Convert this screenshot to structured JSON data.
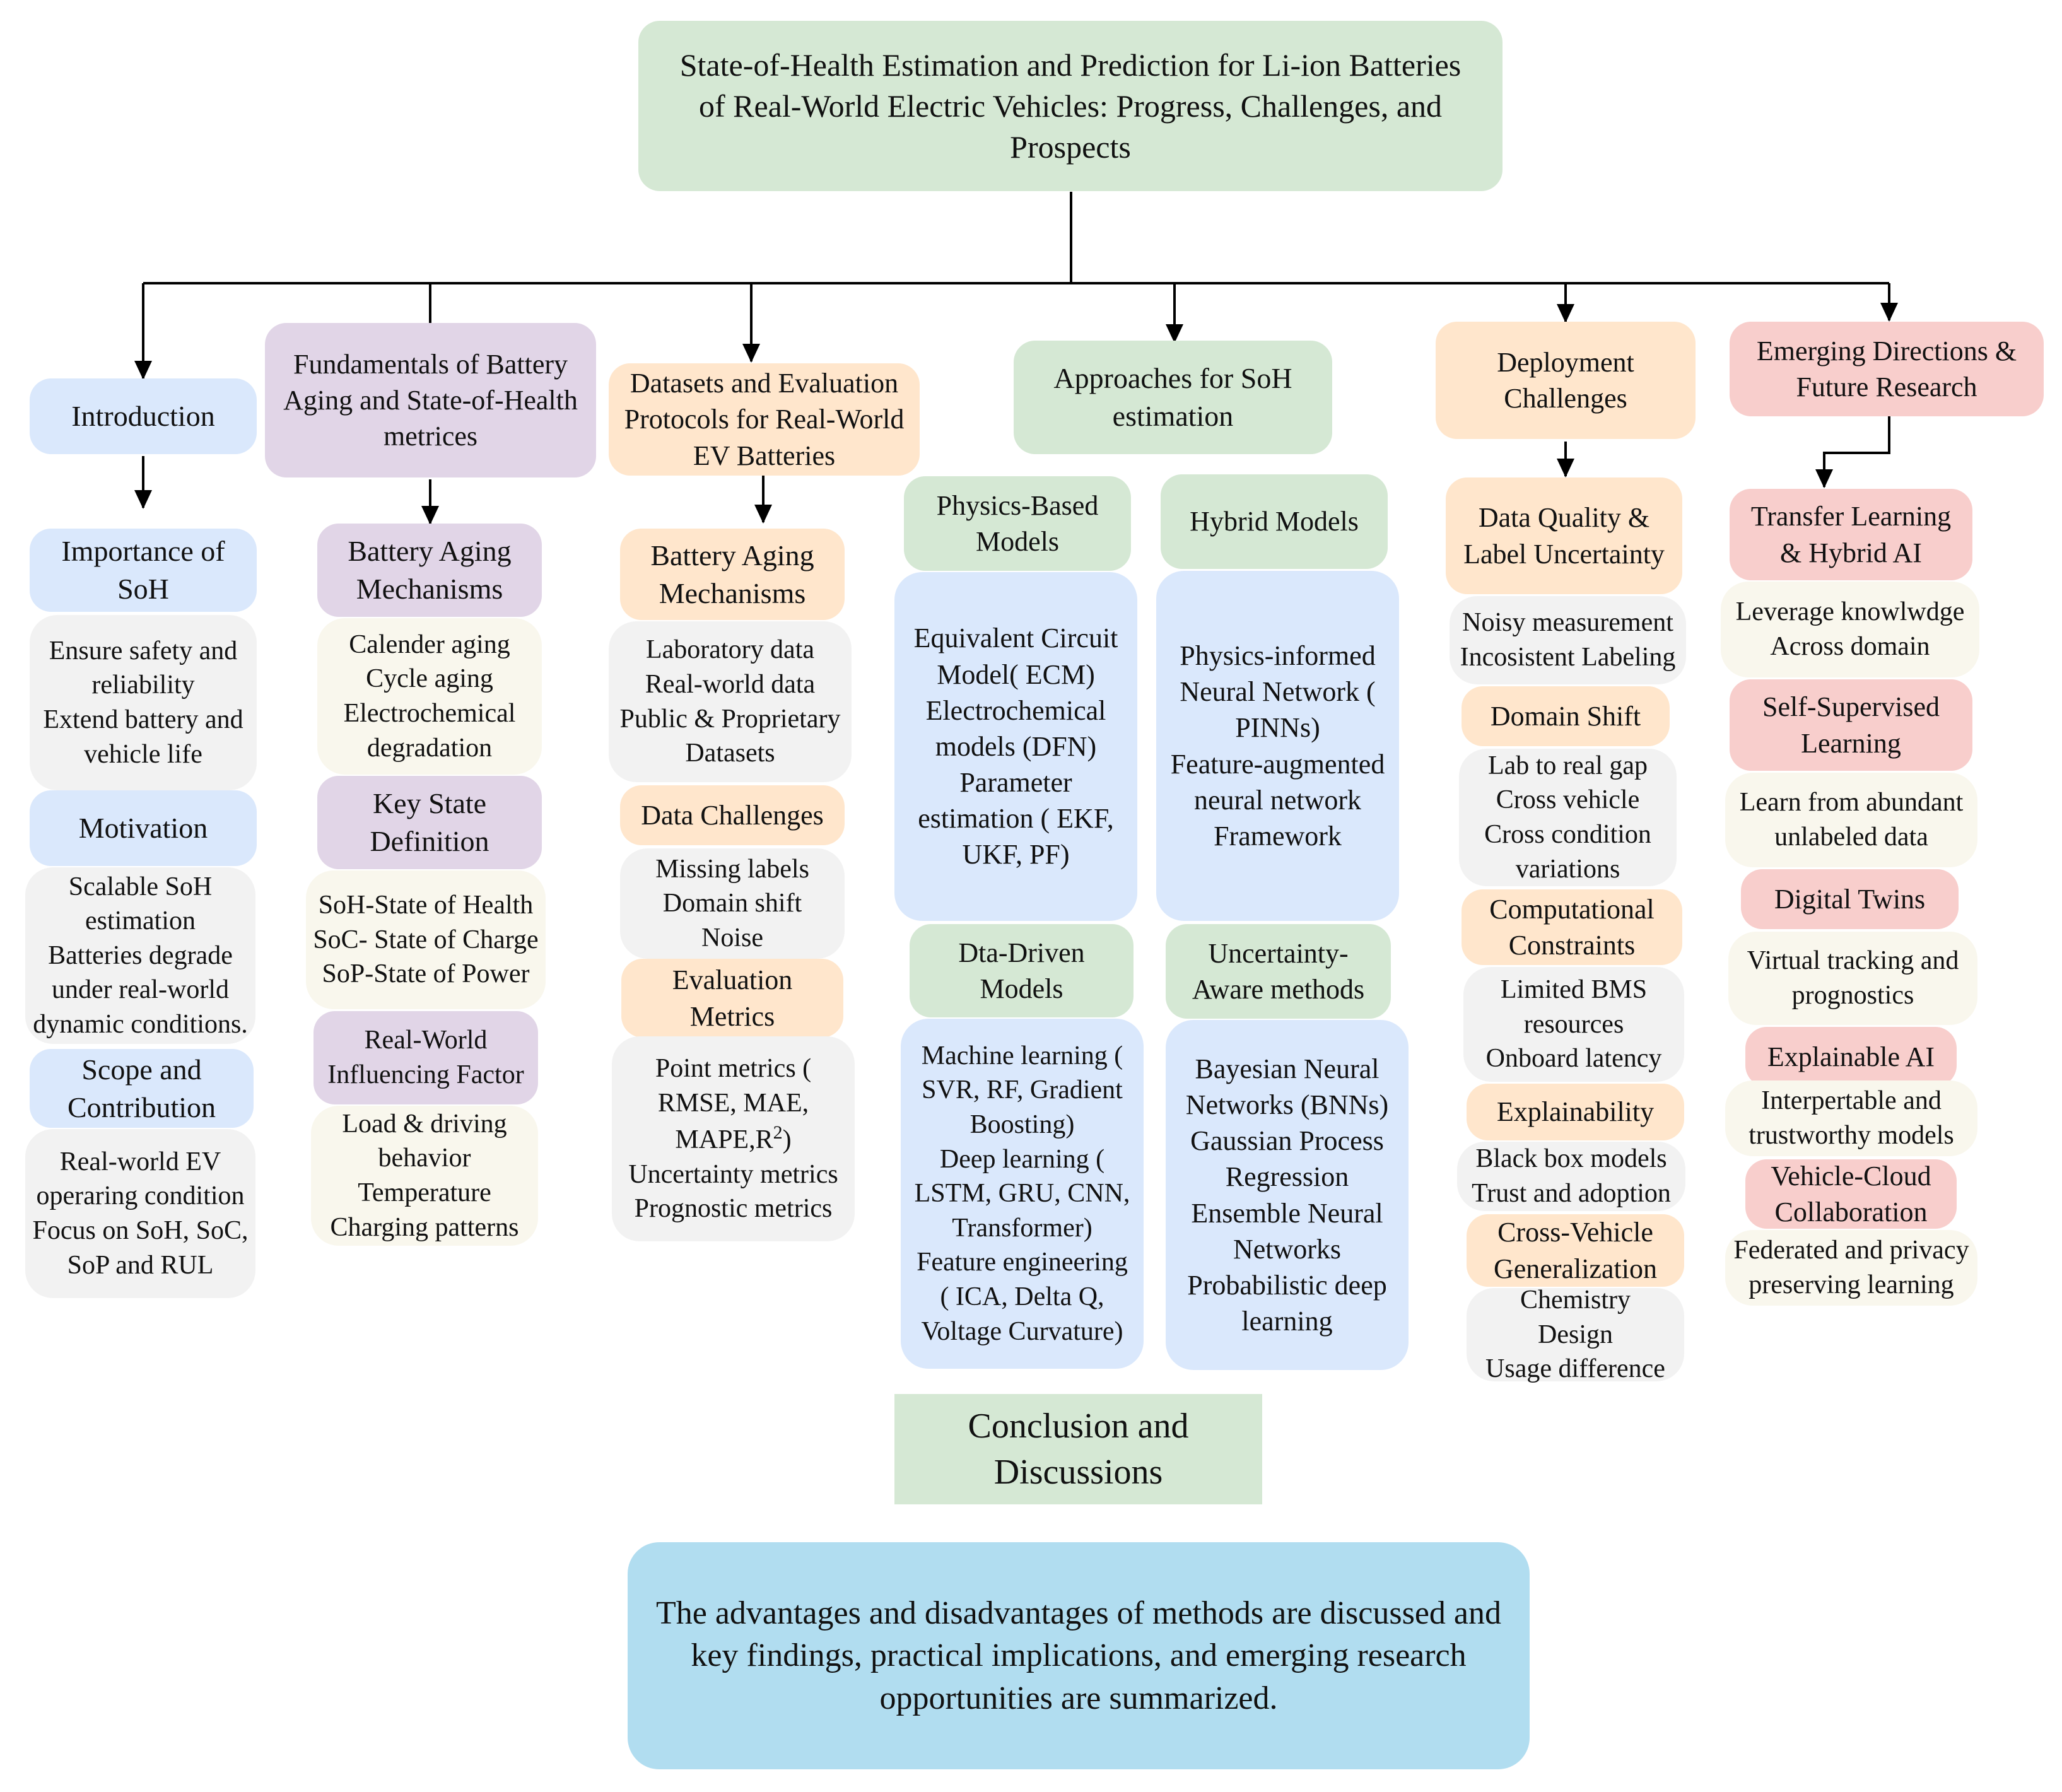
{
  "title": "State-of-Health Estimation and Prediction for Li-ion Batteries of Real-World Electric Vehicles:  Progress, Challenges, and Prospects",
  "title_lines": [
    "State-of-Health Estimation and Prediction for Li-ion Batteries",
    "of Real-World Electric Vehicles:  Progress, Challenges, and",
    "Prospects"
  ],
  "colors": {
    "green": "#d5e8d4",
    "blue": "#dae8fc",
    "purple": "#e1d5e7",
    "orange": "#ffe6cc",
    "red": "#f8cecc",
    "grey": "#f2f2f2",
    "ivory": "#f9f7ed",
    "cyan": "#b1ddf0"
  },
  "col1": {
    "header": [
      "Introduction"
    ],
    "importance": {
      "title": [
        "Importance of",
        "SoH"
      ],
      "details": [
        "Ensure safety and",
        "reliability",
        "Extend battery and",
        "vehicle life"
      ]
    },
    "motivation": {
      "title": [
        "Motivation"
      ],
      "details": [
        "Scalable SoH",
        "estimation",
        "Batteries degrade",
        "under real-world",
        "dynamic conditions."
      ]
    },
    "scope": {
      "title": [
        "Scope and",
        "Contribution"
      ],
      "details": [
        "Real-world EV",
        "operaring condition",
        "Focus on SoH, SoC,",
        "SoP and RUL"
      ]
    }
  },
  "col2": {
    "header": [
      "Fundamentals of Battery",
      "Aging and State-of-Health",
      "metrices"
    ],
    "aging": {
      "title": [
        "Battery Aging",
        "Mechanisms"
      ],
      "details": [
        "Calender aging",
        "Cycle aging",
        "Electrochemical",
        "degradation"
      ]
    },
    "keystate": {
      "title": [
        "Key State",
        "Definition"
      ],
      "details": [
        "SoH-State of Health",
        "SoC- State of Charge",
        "SoP-State of Power"
      ]
    },
    "influencing": {
      "title": [
        "Real-World",
        "Influencing Factor"
      ],
      "details": [
        "Load & driving",
        "behavior",
        "Temperature",
        "Charging patterns"
      ]
    }
  },
  "col3": {
    "header": [
      "Datasets and Evaluation",
      "Protocols for Real-World",
      "EV Batteries"
    ],
    "aging": {
      "title": [
        "Battery Aging",
        "Mechanisms"
      ],
      "details": [
        "Laboratory data",
        "Real-world data",
        "Public & Proprietary",
        "Datasets"
      ]
    },
    "challenges": {
      "title": [
        "Data Challenges"
      ],
      "details": [
        "Missing labels",
        "Domain shift",
        "Noise"
      ]
    },
    "metrics": {
      "title": [
        "Evaluation",
        "Metrics"
      ],
      "details": [
        "Point metrics (",
        "RMSE, MAE,",
        "MAPE,R",
        "Uncertainty metrics",
        "Prognostic metrics"
      ],
      "superscript": "2",
      "after_superscript": ")"
    }
  },
  "col4": {
    "header": [
      "Approaches for SoH",
      "estimation"
    ],
    "physics": {
      "title": [
        "Physics-Based",
        "Models"
      ],
      "details": [
        "Equivalent Circuit",
        "Model( ECM)",
        "Electrochemical",
        "models (DFN)",
        "Parameter",
        "estimation ( EKF,",
        "UKF, PF)"
      ]
    },
    "hybrid": {
      "title": [
        "Hybrid Models"
      ],
      "details": [
        "Physics-informed",
        "Neural Network (",
        "PINNs)",
        "Feature-augmented",
        "neural network",
        "Framework"
      ]
    },
    "datadriven": {
      "title": [
        "Dta-Driven",
        "Models"
      ],
      "details": [
        "Machine learning (",
        "SVR, RF, Gradient",
        "Boosting)",
        "Deep learning (",
        "LSTM, GRU, CNN,",
        "Transformer)",
        "Feature engineering",
        "( ICA,  Delta Q,",
        "Voltage Curvature)"
      ]
    },
    "uncertainty": {
      "title": [
        "Uncertainty-",
        "Aware methods"
      ],
      "details": [
        "Bayesian Neural",
        "Networks (BNNs)",
        "Gaussian Process",
        "Regression",
        "Ensemble Neural",
        "Networks",
        "Probabilistic deep",
        "learning"
      ]
    }
  },
  "col5": {
    "header": [
      "Deployment",
      "Challenges"
    ],
    "quality": {
      "title": [
        "Data Quality &",
        "Label Uncertainty"
      ],
      "details": [
        "Noisy measurement",
        "Incosistent Labeling"
      ]
    },
    "domain": {
      "title": [
        "Domain Shift"
      ],
      "details": [
        "Lab to real gap",
        "Cross vehicle",
        "Cross condition",
        "variations"
      ]
    },
    "compute": {
      "title": [
        "Computational",
        "Constraints"
      ],
      "details": [
        "Limited BMS",
        "resources",
        "Onboard latency"
      ]
    },
    "explain": {
      "title": [
        "Explainability"
      ],
      "details": [
        "Black box models",
        "Trust and adoption"
      ]
    },
    "crossveh": {
      "title": [
        "Cross-Vehicle",
        "Generalization"
      ],
      "details": [
        "Chemistry",
        "Design",
        "Usage difference"
      ]
    }
  },
  "col6": {
    "header": [
      "Emerging Directions &",
      "Future Research"
    ],
    "transfer": {
      "title": [
        "Transfer Learning",
        "& Hybrid AI"
      ],
      "details": [
        "Leverage knowlwdge",
        "Across domain"
      ]
    },
    "selfsup": {
      "title": [
        "Self-Supervised",
        "Learning"
      ],
      "details": [
        "Learn from abundant",
        "unlabeled data"
      ]
    },
    "twins": {
      "title": [
        "Digital Twins"
      ],
      "details": [
        "Virtual tracking and",
        "prognostics"
      ]
    },
    "xai": {
      "title": [
        "Explainable AI"
      ],
      "details": [
        "Interpertable and",
        "trustworthy models"
      ]
    },
    "cloud": {
      "title": [
        "Vehicle-Cloud",
        "Collaboration"
      ],
      "details": [
        "Federated and privacy",
        "preserving learning"
      ]
    }
  },
  "conclusion": {
    "title": [
      "Conclusion and",
      "Discussions"
    ],
    "summary": [
      "The advantages and disadvantages of methods are discussed and",
      "key findings, practical implications, and emerging research",
      "opportunities are summarized."
    ]
  }
}
